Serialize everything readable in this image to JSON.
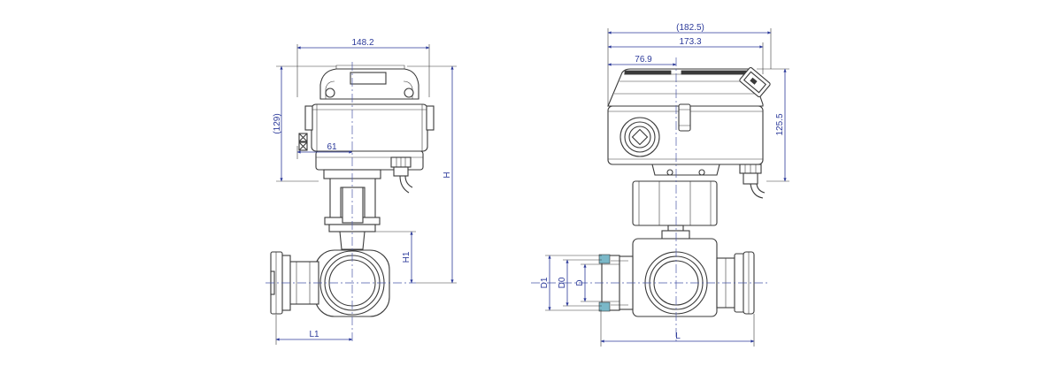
{
  "front_view": {
    "width": "148.2",
    "height_paren": "(129)",
    "offset": "61",
    "h": "H",
    "h1": "H1",
    "l1": "L1"
  },
  "side_view": {
    "overall_paren": "(182.5)",
    "width": "173.3",
    "offset": "76.9",
    "height": "125.5",
    "d1": "D1",
    "d0": "D0",
    "d": "D",
    "l": "L"
  },
  "colors": {
    "line": "#3a3a3a",
    "dimension": "#2c3a9a",
    "centerline": "#4a58a8",
    "seal": "#7ab8c8"
  }
}
